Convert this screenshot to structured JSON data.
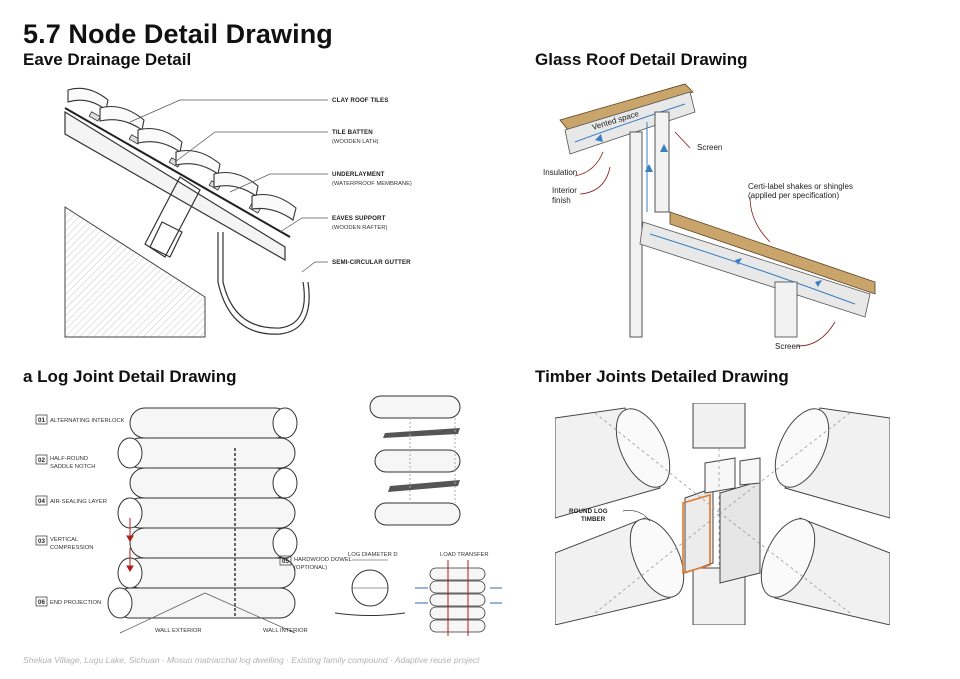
{
  "page": {
    "title": "5.7 Node Detail Drawing",
    "footer": "Shekua Village, Lugu Lake, Sichuan · Mosuo matriarchal log dwelling · Existing family compound · Adaptive reuse project"
  },
  "eave": {
    "title": "Eave Drainage Detail",
    "labels": {
      "clay_tiles": "CLAY ROOF TILES",
      "tile_batten": "TILE BATTEN",
      "tile_batten_sub": "(WOODEN LATH)",
      "underlayment": "UNDERLAYMENT",
      "underlayment_sub": "(WATERPROOF MEMBRANE)",
      "eaves_support": "EAVES SUPPORT",
      "eaves_support_sub": "(WOODEN RAFTER)",
      "gutter": "SEMI-CIRCULAR GUTTER"
    }
  },
  "glass": {
    "title": "Glass Roof Detail Drawing",
    "labels": {
      "vented": "Vented space",
      "screen_top": "Screen",
      "insulation": "Insulation",
      "interior_1": "Interior",
      "interior_2": "finish",
      "shakes_1": "Certi-label shakes or shingles",
      "shakes_2": "(applied per specification)",
      "screen_bottom": "Screen"
    }
  },
  "log": {
    "title": "a Log Joint Detail Drawing",
    "labels": {
      "n01": "01",
      "t01": "ALTERNATING INTERLOCK",
      "n02": "02",
      "t02a": "HALF-ROUND",
      "t02b": "SADDLE NOTCH",
      "n04": "04",
      "t04": "AIR-SEALING LAYER",
      "n03": "03",
      "t03a": "VERTICAL",
      "t03b": "COMPRESSION",
      "n06": "06",
      "t06": "END PROJECTION",
      "n05": "05",
      "t05a": "HARDWOOD DOWEL",
      "t05b": "(OPTIONAL)",
      "wall_ext": "WALL EXTERIOR",
      "wall_int": "WALL INTERIOR",
      "diameter": "LOG DIAMETER D",
      "load": "LOAD TRANSFER"
    }
  },
  "timber": {
    "title": "Timber Joints Detailed Drawing",
    "labels": {
      "round_log_1": "ROUND LOG",
      "round_log_2": "TIMBER"
    }
  }
}
